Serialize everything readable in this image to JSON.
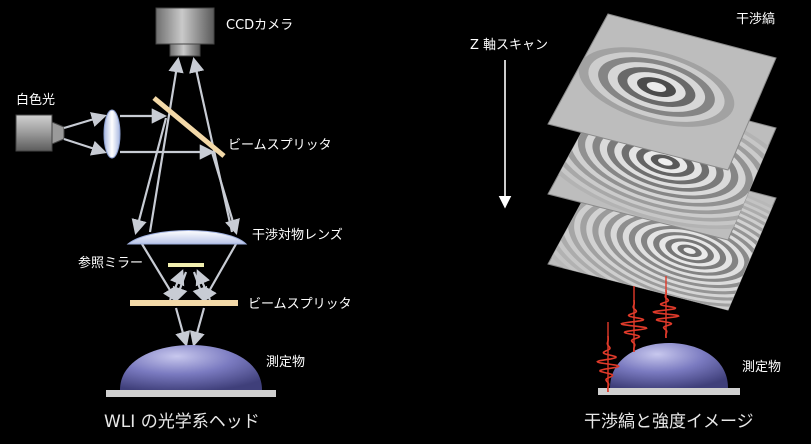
{
  "labels": {
    "ccd_camera": "CCDカメラ",
    "white_light": "白色光",
    "beam_splitter_top": "ビームスプリッタ",
    "objective": "干渉対物レンズ",
    "reference_mirror": "参照ミラー",
    "beam_splitter_bottom": "ビームスプリッタ",
    "sample_left": "測定物",
    "z_scan": "Z 軸スキャン",
    "interference_fringes": "干渉縞",
    "sample_right": "測定物"
  },
  "captions": {
    "left": "WLI の光学系ヘッド",
    "right": "干渉縞と強度イメージ"
  },
  "colors": {
    "background": "#000000",
    "beam": "#c8ccd4",
    "splitter": "#f3d9a8",
    "mirror": "#f2f0b0",
    "lens": "#e6ecff",
    "dome": "#6a6ab0",
    "signal": "#e03a2a",
    "base": "#d0d0d0"
  }
}
